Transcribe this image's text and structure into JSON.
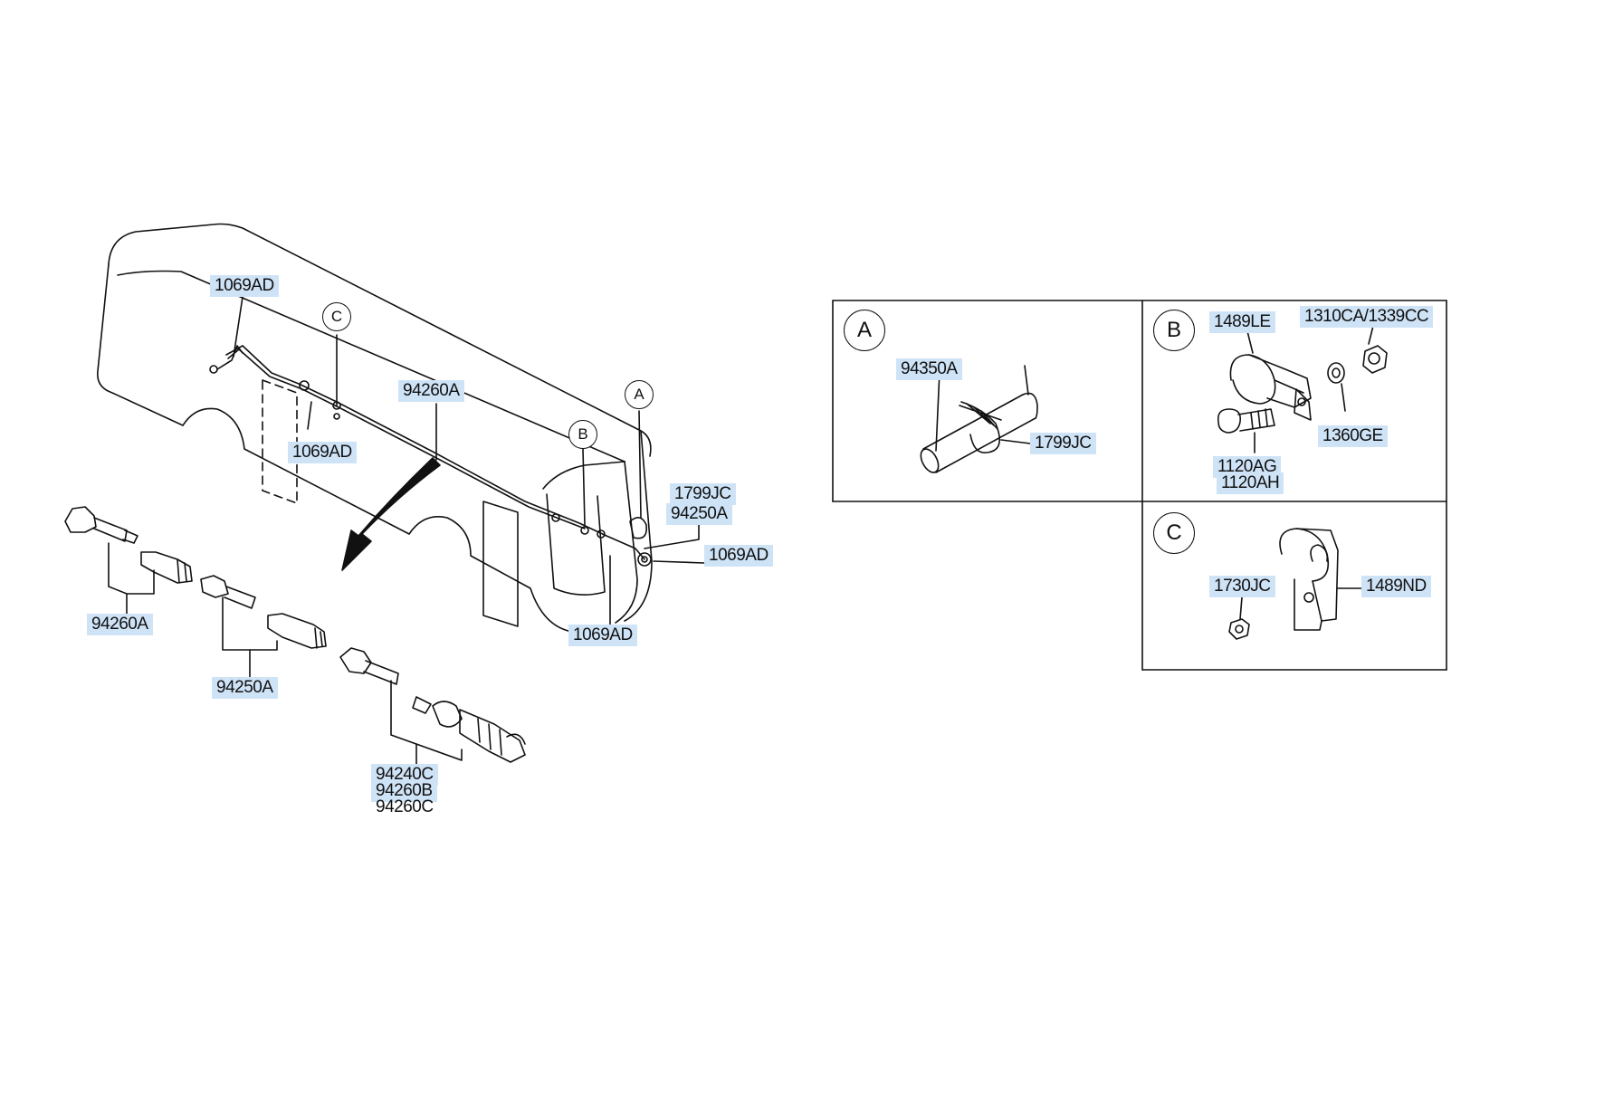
{
  "main": {
    "labels": {
      "l1069ad_top": "1069AD",
      "l94260a_mid": "94260A",
      "l1069ad_mid": "1069AD",
      "l1799jc_main": "1799JC",
      "l94250a_main": "94250A",
      "l1069ad_right": "1069AD",
      "l1069ad_bottom": "1069AD",
      "l94260a_parts": "94260A",
      "l94250a_parts": "94250A",
      "l94240c": "94240C",
      "l94260b": "94260B",
      "l94260c": "94260C"
    },
    "callouts": {
      "a": "A",
      "b": "B",
      "c": "C"
    }
  },
  "detail_a": {
    "marker": "A",
    "labels": {
      "l94350a": "94350A",
      "l1799jc": "1799JC"
    }
  },
  "detail_b": {
    "marker": "B",
    "labels": {
      "l1489le": "1489LE",
      "l1310ca": "1310CA/1339CC",
      "l1360ge": "1360GE",
      "l1120ag": "1120AG",
      "l1120ah": "1120AH"
    }
  },
  "detail_c": {
    "marker": "C",
    "labels": {
      "l1730jc": "1730JC",
      "l1489nd": "1489ND"
    }
  },
  "colors": {
    "label_bg": "#cfe3f7",
    "line": "#111111"
  }
}
